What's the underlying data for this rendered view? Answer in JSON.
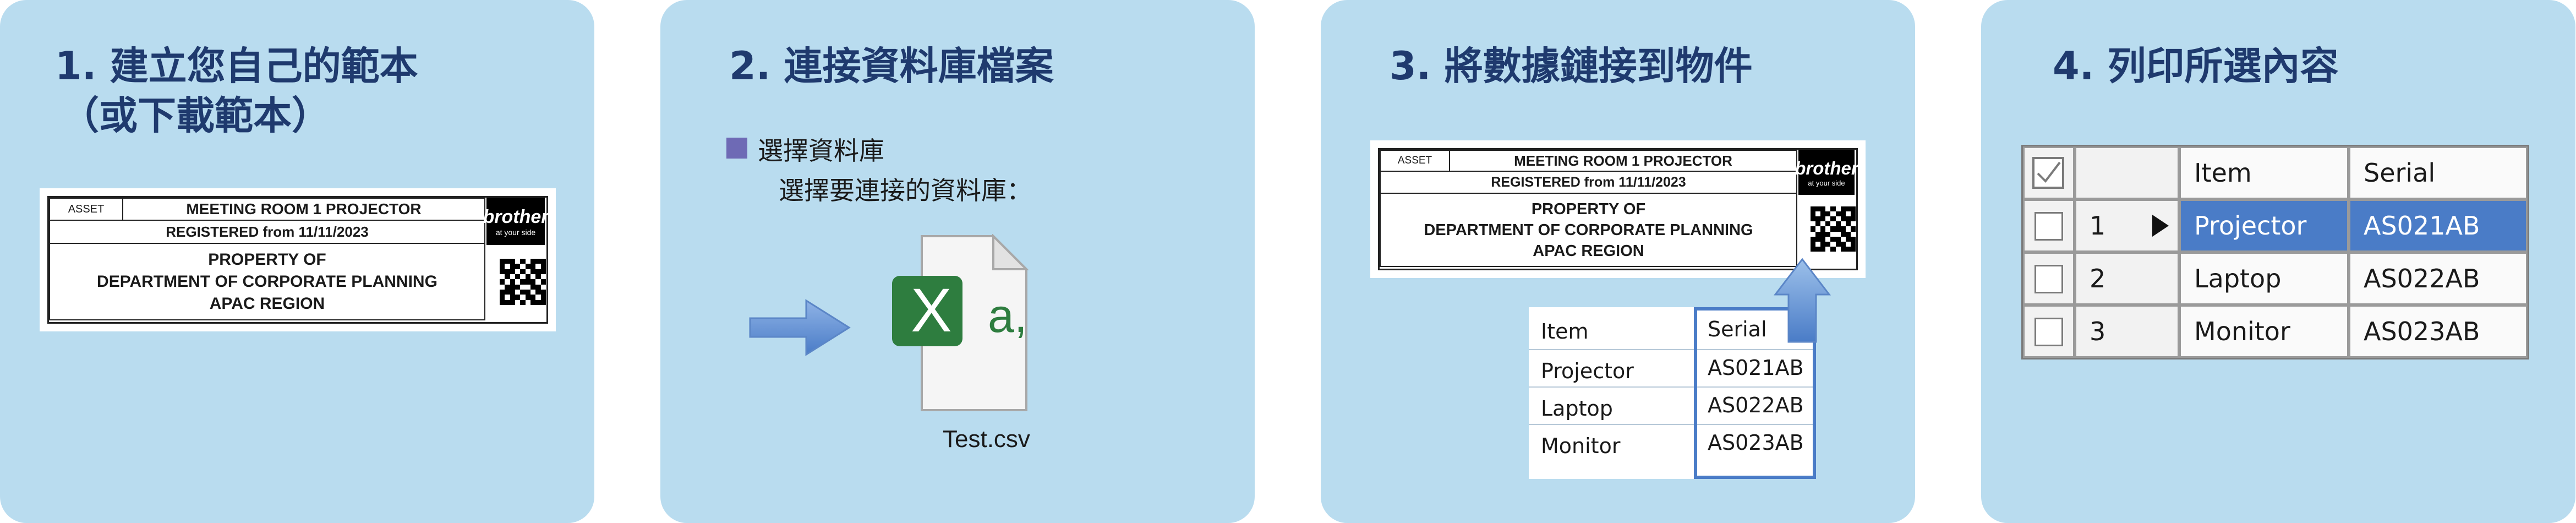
{
  "steps": [
    {
      "title_line1": "1. 建立您自己的範本",
      "title_line2": "（或下載範本）"
    },
    {
      "title_line1": "2. 連接資料庫檔案"
    },
    {
      "title_line1": "3. 將數據鏈接到物件"
    },
    {
      "title_line1": "4. 列印所選內容"
    }
  ],
  "label": {
    "tag": "ASSET",
    "heading": "MEETING ROOM 1 PROJECTOR",
    "registered": "REGISTERED from 11/11/2023",
    "property_line1": "PROPERTY OF",
    "property_line2": "DEPARTMENT OF CORPORATE PLANNING",
    "property_line3": "APAC REGION",
    "brand": "brother",
    "brand_tagline": "at your side"
  },
  "db": {
    "select_db": "選擇資料庫",
    "prompt": "選擇要連接的資料庫：",
    "file_name": "Test.csv",
    "excel_letter": "X",
    "file_glyph": "a,"
  },
  "link_table": {
    "headers": [
      "Item",
      "Serial"
    ],
    "rows": [
      [
        "Projector",
        "AS021AB"
      ],
      [
        "Laptop",
        "AS022AB"
      ],
      [
        "Monitor",
        "AS023AB"
      ]
    ]
  },
  "print_table": {
    "headers": [
      "Item",
      "Serial"
    ],
    "rows": [
      {
        "num": "1",
        "item": "Projector",
        "serial": "AS021AB",
        "selected": true
      },
      {
        "num": "2",
        "item": "Laptop",
        "serial": "AS022AB",
        "selected": false
      },
      {
        "num": "3",
        "item": "Monitor",
        "serial": "AS023AB",
        "selected": false
      }
    ]
  },
  "colors": {
    "panel": "#b9dcef",
    "title": "#1f3a6e",
    "accent_blue": "#4a7cc7",
    "excel_green": "#2e7d3f",
    "bullet": "#6e6ab5"
  }
}
